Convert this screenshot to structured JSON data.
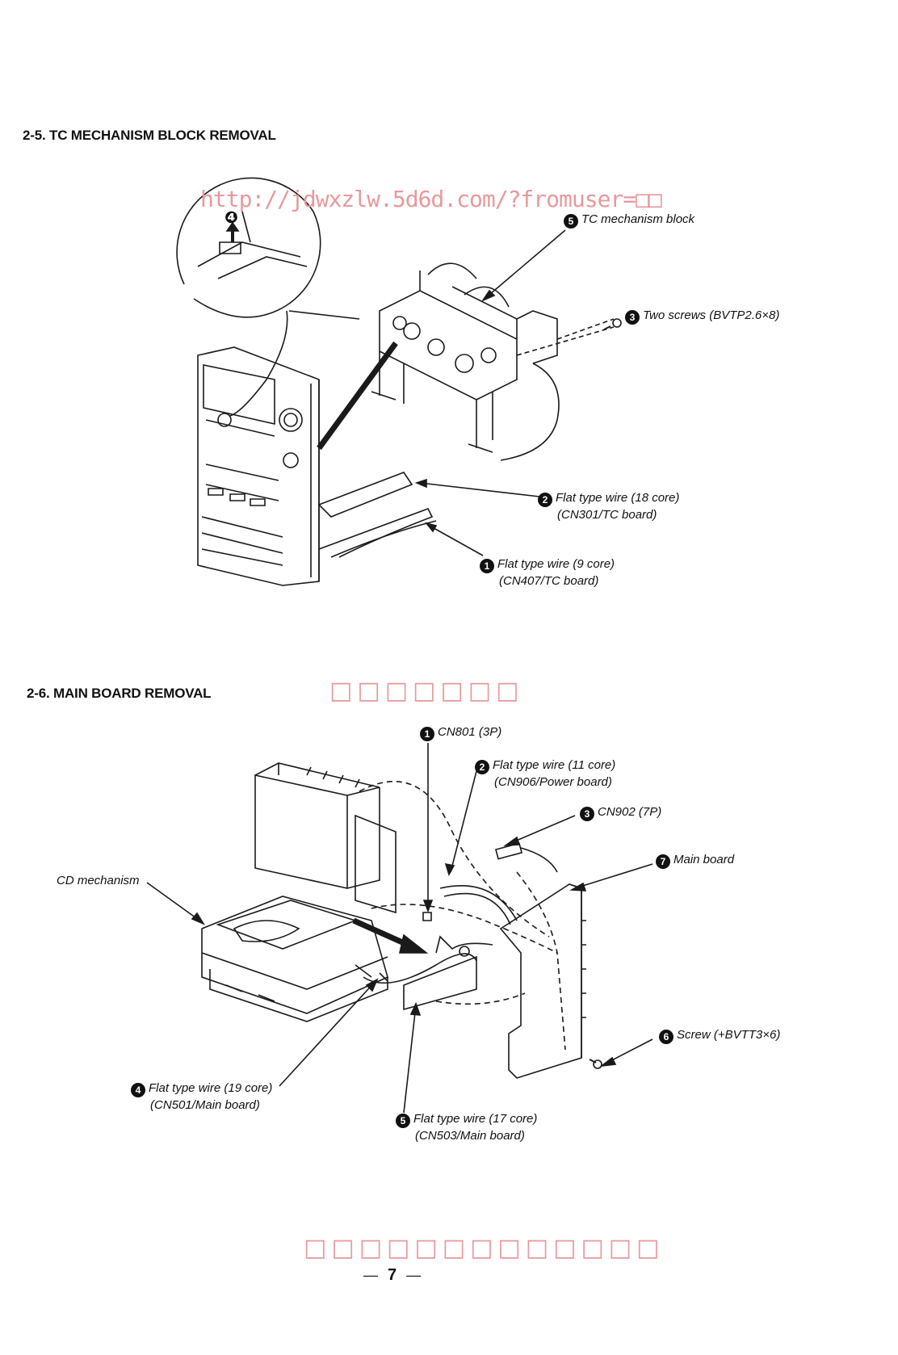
{
  "sections": [
    {
      "heading": "2-5. TC MECHANISM BLOCK REMOVAL",
      "callouts": [
        {
          "num": "❹",
          "text": ""
        },
        {
          "num": "5",
          "text": "TC mechanism block"
        },
        {
          "num": "3",
          "text": "Two screws (BVTP2.6×8)"
        },
        {
          "num": "2",
          "text": "Flat type wire (18 core)",
          "text2": "(CN301/TC board)"
        },
        {
          "num": "1",
          "text": "Flat type wire (9 core)",
          "text2": "(CN407/TC board)"
        }
      ]
    },
    {
      "heading": "2-6. MAIN BOARD REMOVAL",
      "callouts": [
        {
          "num": "1",
          "text": "CN801 (3P)"
        },
        {
          "num": "2",
          "text": "Flat type wire (11 core)",
          "text2": "(CN906/Power board)"
        },
        {
          "num": "3",
          "text": "CN902 (7P)"
        },
        {
          "num": "7",
          "text": "Main board"
        },
        {
          "num": "",
          "text": "CD mechanism"
        },
        {
          "num": "6",
          "text": "Screw (+BVTT3×6)"
        },
        {
          "num": "4",
          "text": "Flat type wire (19 core)",
          "text2": "(CN501/Main board)"
        },
        {
          "num": "5",
          "text": "Flat type wire (17 core)",
          "text2": "(CN503/Main board)"
        }
      ]
    }
  ],
  "watermarks": {
    "url": "http://jdwxzlw.5d6d.com/?fromuser=□□",
    "mid": "□□□□□□□",
    "bottom": "□□□□□□□□□□□□□"
  },
  "page": {
    "number": "7",
    "dash_left": "—",
    "dash_right": "—"
  },
  "colors": {
    "ink": "#111111",
    "watermark": "#e8999b"
  }
}
